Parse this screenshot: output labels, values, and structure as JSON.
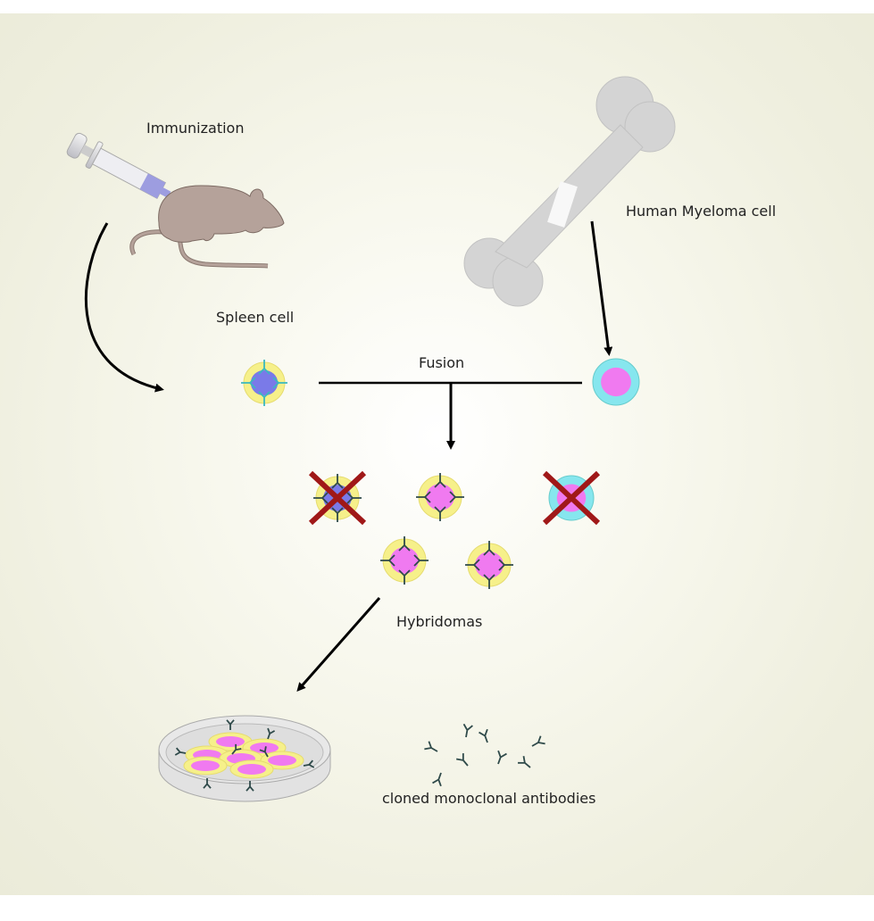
{
  "labels": {
    "immunization": "Immunization",
    "myeloma": "Human Myeloma cell",
    "spleen": "Spleen cell",
    "fusion": "Fusion",
    "hybridomas": "Hybridomas",
    "antibodies": "cloned monoclonal antibodies"
  },
  "colors": {
    "cell_outer_yellow": "#f6f08a",
    "spleen_nucleus": "#7a7ae8",
    "myeloma_outer": "#86e6ee",
    "myeloma_nucleus": "#f07af0",
    "cross": "#a01818",
    "antibody_dark": "#2f4a4a",
    "antibody_teal": "#3ab8c0",
    "mouse": "#b5a29a",
    "bone": "#d4d4d4"
  }
}
